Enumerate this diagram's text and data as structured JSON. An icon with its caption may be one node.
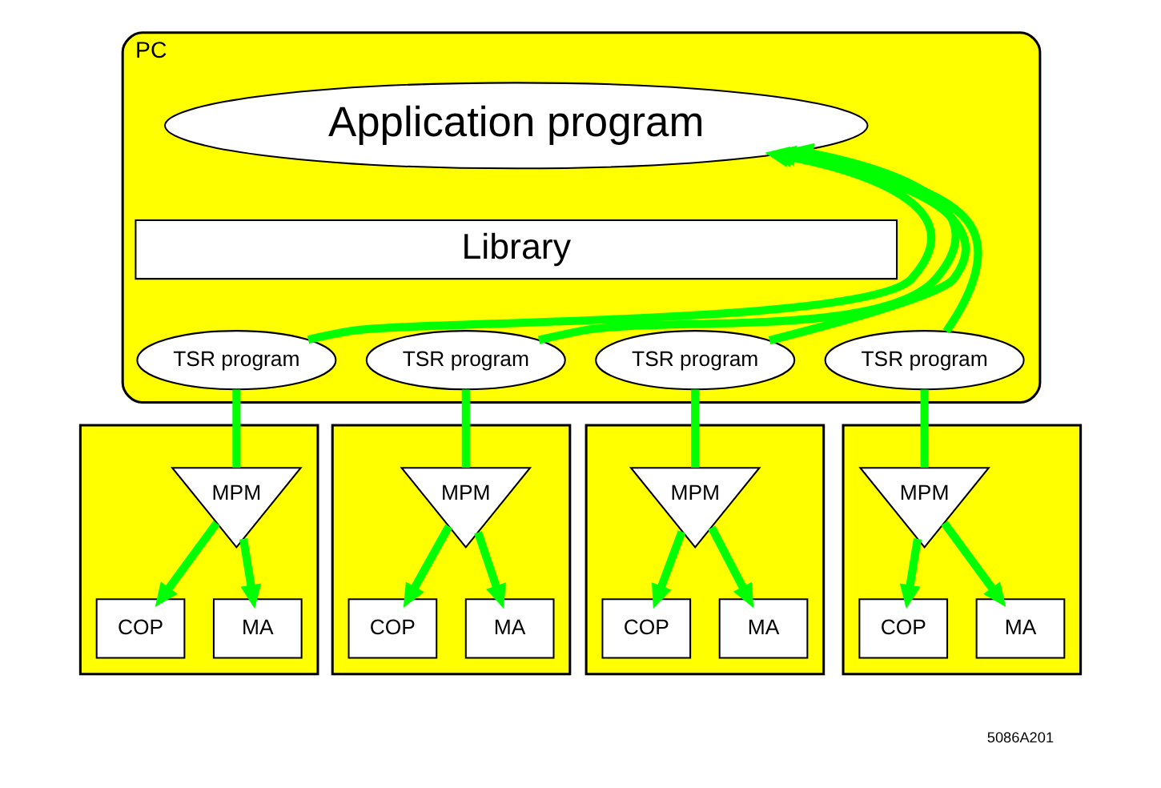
{
  "diagram": {
    "nodes": [
      {
        "text": [
          "PC"
        ]
      },
      {
        "text": [
          "Application program"
        ],
        "in": 0
      },
      {
        "text": [
          "Library"
        ],
        "in": 0
      },
      {
        "text": [
          "TSR program"
        ],
        "in": 0
      },
      {
        "text": [
          "TSR program"
        ],
        "in": 0
      },
      {
        "text": [
          "TSR program"
        ],
        "in": 0
      },
      {
        "text": [
          "TSR program"
        ],
        "in": 0
      },
      {
        "text": [],
        "shape": "box"
      },
      {
        "text": [
          "MPM"
        ],
        "in": 7
      },
      {
        "text": [
          "COP"
        ],
        "in": 7
      },
      {
        "text": [
          "MA"
        ],
        "in": 7
      },
      {
        "text": [],
        "shape": "box"
      },
      {
        "text": [
          "MPM"
        ],
        "in": 11
      },
      {
        "text": [
          "COP"
        ],
        "in": 11
      },
      {
        "text": [
          "MA"
        ],
        "in": 11
      },
      {
        "text": [],
        "shape": "box"
      },
      {
        "text": [
          "MPM"
        ],
        "in": 15
      },
      {
        "text": [
          "COP"
        ],
        "in": 15
      },
      {
        "text": [
          "MA"
        ],
        "in": 15
      },
      {
        "text": [],
        "shape": "box"
      },
      {
        "text": [
          "MPM"
        ],
        "in": 19
      },
      {
        "text": [
          "COP"
        ],
        "in": 19
      },
      {
        "text": [
          "MA"
        ],
        "in": 19
      }
    ],
    "edges": [
      {
        "from": 3,
        "to": 1,
        "arrow": "to"
      },
      {
        "from": 4,
        "to": 1,
        "arrow": "to"
      },
      {
        "from": 5,
        "to": 1,
        "arrow": "to"
      },
      {
        "from": 6,
        "to": 1,
        "arrow": "to"
      },
      {
        "from": 8,
        "to": 3,
        "arrow": "none"
      },
      {
        "from": 12,
        "to": 4,
        "arrow": "none"
      },
      {
        "from": 16,
        "to": 5,
        "arrow": "none"
      },
      {
        "from": 20,
        "to": 6,
        "arrow": "none"
      },
      {
        "from": 8,
        "to": 9,
        "arrow": "to"
      },
      {
        "from": 8,
        "to": 10,
        "arrow": "to"
      },
      {
        "from": 12,
        "to": 13,
        "arrow": "to"
      },
      {
        "from": 12,
        "to": 14,
        "arrow": "to"
      },
      {
        "from": 16,
        "to": 17,
        "arrow": "to"
      },
      {
        "from": 16,
        "to": 18,
        "arrow": "to"
      },
      {
        "from": 20,
        "to": 21,
        "arrow": "to"
      },
      {
        "from": 20,
        "to": 22,
        "arrow": "to"
      }
    ],
    "labels": [
      "5086A201"
    ]
  }
}
